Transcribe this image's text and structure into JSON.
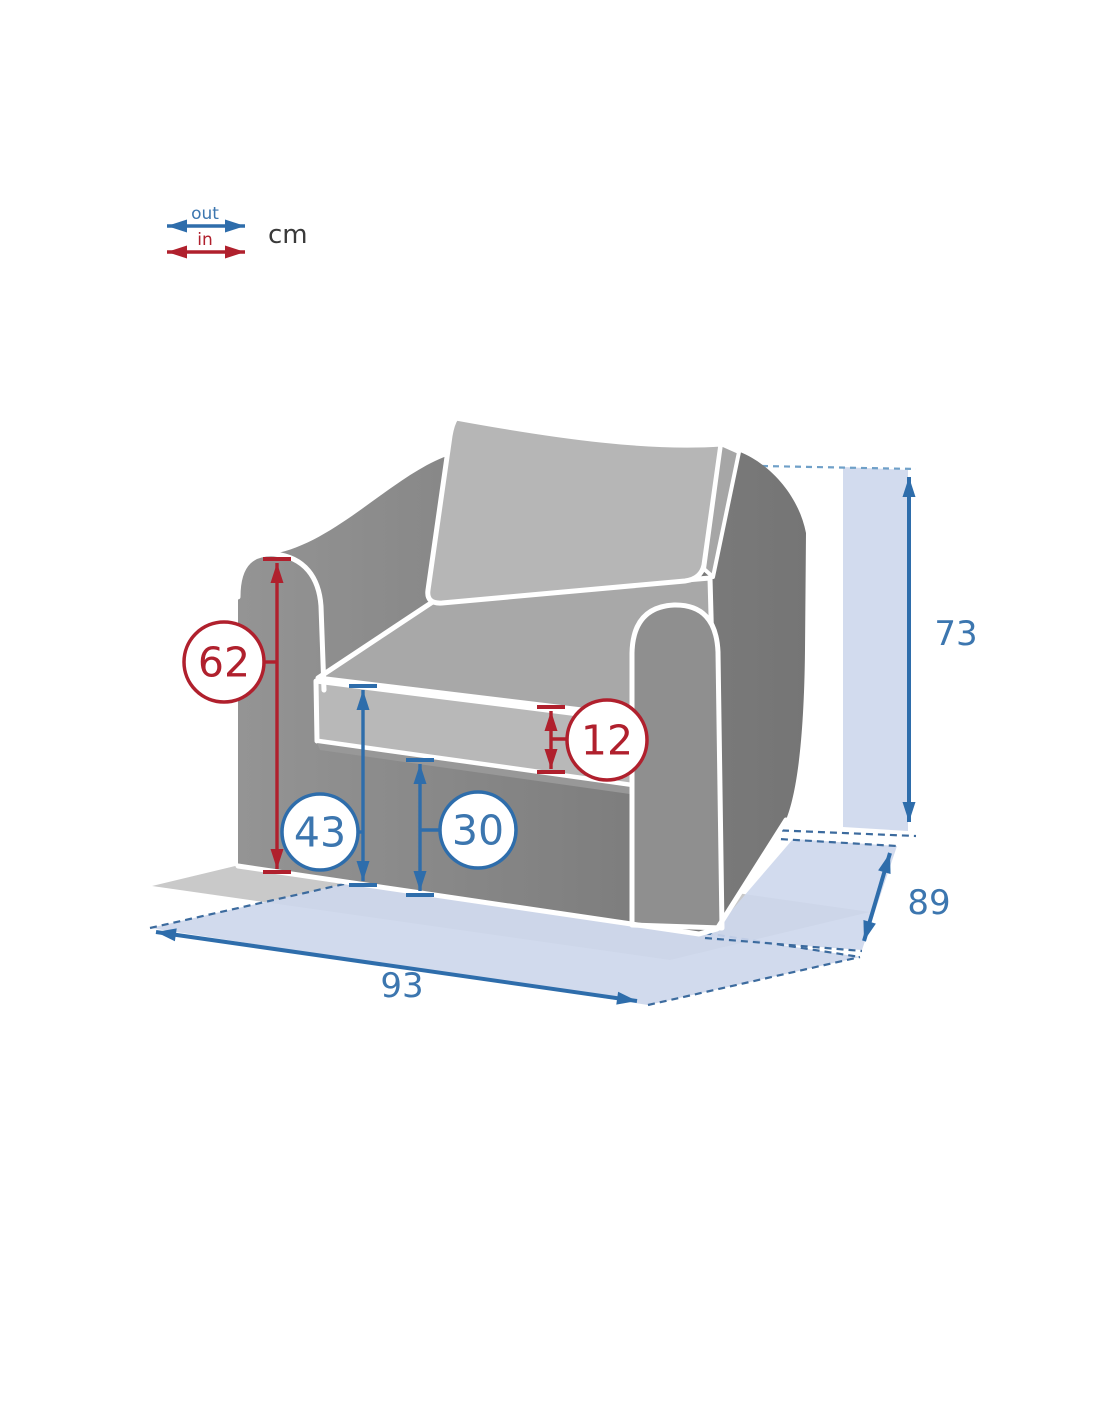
{
  "title": "Armchair dimensions diagram",
  "legend": {
    "out": "out",
    "in": "in",
    "unit": "cm"
  },
  "measurements": {
    "total_height": "73",
    "depth": "89",
    "width": "93",
    "arm_height": "62",
    "cushion_thickness": "12",
    "seat_height": "43",
    "under_seat_height": "30"
  },
  "measurement_types": {
    "outer_color_meaning": "out",
    "inner_color_meaning": "in"
  },
  "colors": {
    "blue": "#2e6dab",
    "blue_text": "#3c76af",
    "red": "#b0202d",
    "light_blue": "#cdd7ec",
    "dash_blue": "#3c6b9e",
    "floor_gray": "#c9c9c9",
    "ink": "#3a3a3a"
  }
}
